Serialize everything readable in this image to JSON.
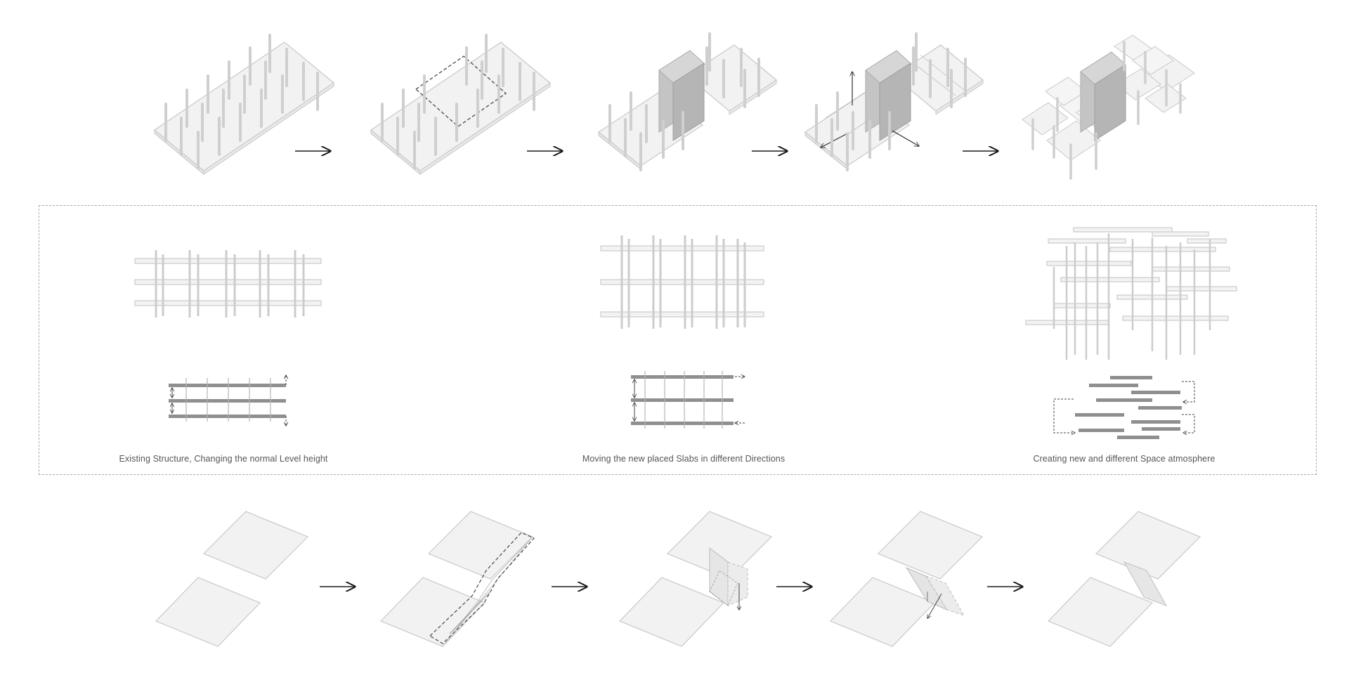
{
  "captions": [
    "Existing Structure, Changing the normal Level height",
    "Moving the new placed Slabs in different Directions",
    "Creating new and different Space atmosphere"
  ],
  "colors": {
    "background": "#ffffff",
    "slab_fill": "#f2f2f2",
    "slab_edge": "#c8c8c8",
    "column": "#d0d0d0",
    "core_fill": "#bdbdbd",
    "arrow": "#1a1a1a",
    "dashed": "#555555",
    "frame": "#a9a9a9",
    "plan_bar": "#8f8f8f"
  },
  "icons": [
    "arrow-right-icon",
    "dashed-move-arrow-icon",
    "level-height-arrow-icon"
  ]
}
